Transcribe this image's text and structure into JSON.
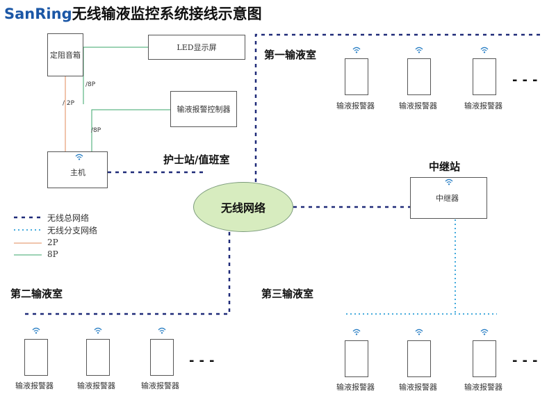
{
  "header": {
    "brand": "SanRing",
    "title": "无线输液监控系统接线示意图"
  },
  "rooms": {
    "nurse_station": "护士站/值班室",
    "room1": "第一输液室",
    "room2": "第二输液室",
    "room3": "第三输液室",
    "relay_station": "中继站"
  },
  "devices": {
    "speaker": "定阻音箱",
    "led": "LED显示屏",
    "controller": "输液报警控制器",
    "host": "主机",
    "relay": "中继器",
    "network": "无线网络",
    "alarm": "输液报警器"
  },
  "wire_labels": {
    "w2p": "/ 2P",
    "w8p_a": "/8P",
    "w8p_b": "/8P"
  },
  "ellipsis": "---",
  "legend": [
    {
      "label": "无线总网络",
      "style": "dashed",
      "color": "#1f2a78"
    },
    {
      "label": "无线分支网络",
      "style": "dotted",
      "color": "#2a9fd8"
    },
    {
      "label": "2P",
      "style": "solid",
      "color": "#e08a5a"
    },
    {
      "label": "8P",
      "style": "solid",
      "color": "#3aa66a"
    }
  ],
  "colors": {
    "main_net": "#1f2a78",
    "branch_net": "#2a9fd8",
    "wire_2p": "#e08a5a",
    "wire_8p": "#3aa66a",
    "network_fill": "#d7ecbf",
    "brand": "#1b57a6"
  }
}
